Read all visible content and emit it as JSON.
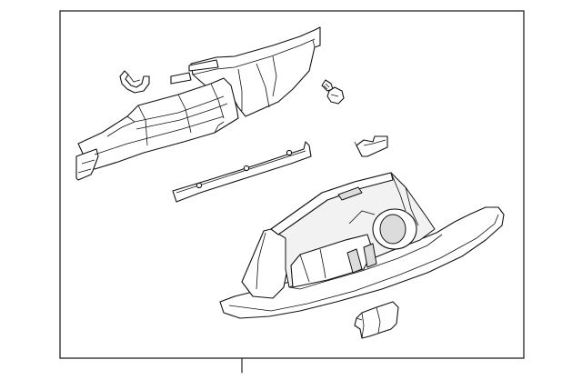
{
  "diagram": {
    "type": "exploded-parts-view",
    "parts": [
      {
        "id": "upper-trim-panel"
      },
      {
        "id": "wire-clip"
      },
      {
        "id": "retaining-screw"
      },
      {
        "id": "mounting-strip"
      },
      {
        "id": "latch-striker"
      },
      {
        "id": "glove-box-compartment"
      },
      {
        "id": "damper-bracket"
      }
    ]
  }
}
